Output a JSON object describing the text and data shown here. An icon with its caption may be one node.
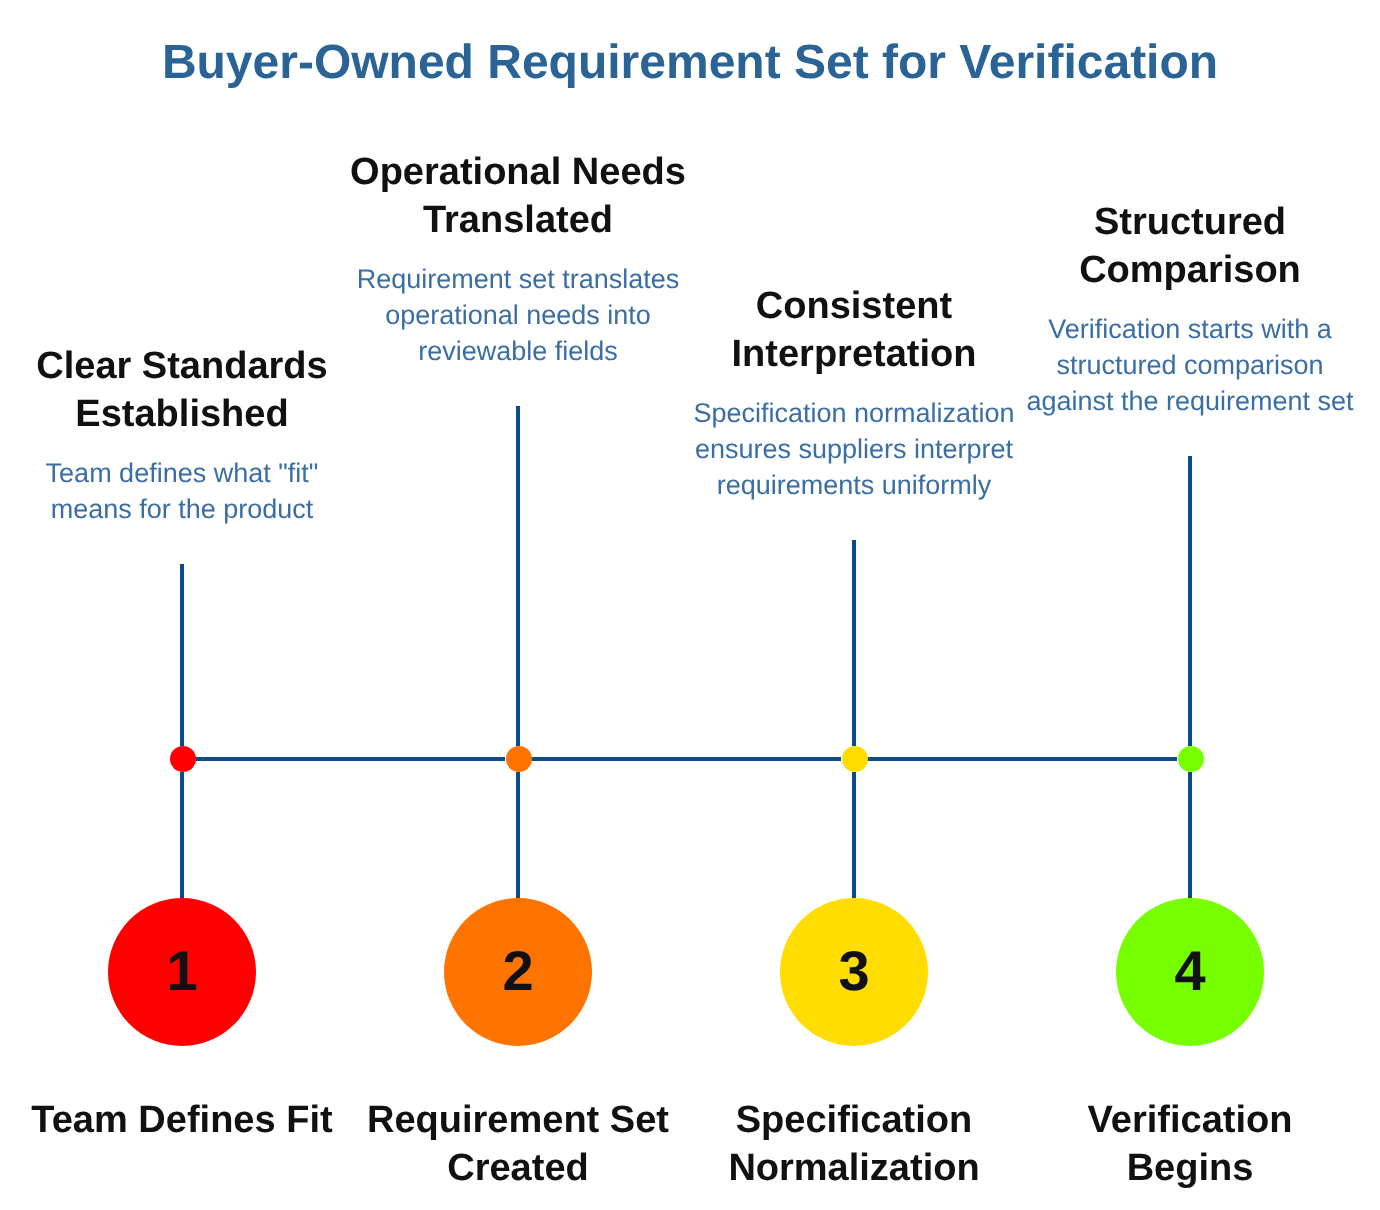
{
  "diagram": {
    "title": "Buyer-Owned Requirement Set for Verification",
    "nodes": [
      {
        "text": [
          "Clear Standards Established",
          "Team defines what \"fit\" means for the product"
        ]
      },
      {
        "text": [
          "Operational Needs Translated",
          "Requirement set translates operational needs into reviewable fields"
        ]
      },
      {
        "text": [
          "Consistent Interpretation",
          "Specification normalization ensures suppliers interpret requirements uniformly"
        ]
      },
      {
        "text": [
          "Structured Comparison",
          "Verification starts with a structured comparison against the requirement set"
        ]
      },
      {
        "text": [],
        "shape": "circle"
      },
      {
        "text": [],
        "shape": "circle"
      },
      {
        "text": [],
        "shape": "circle"
      },
      {
        "text": [],
        "shape": "circle"
      },
      {
        "text": [
          "1"
        ],
        "beside": [
          "Team Defines Fit"
        ]
      },
      {
        "text": [
          "2"
        ],
        "beside": [
          "Requirement Set Created"
        ]
      },
      {
        "text": [
          "3"
        ],
        "beside": [
          "Specification Normalization"
        ]
      },
      {
        "text": [
          "4"
        ],
        "beside": [
          "Verification Begins"
        ]
      }
    ],
    "edges": [
      {
        "from": 0,
        "to": 4,
        "arrow": "none"
      },
      {
        "from": 1,
        "to": 5,
        "arrow": "none"
      },
      {
        "from": 2,
        "to": 6,
        "arrow": "none"
      },
      {
        "from": 3,
        "to": 7,
        "arrow": "none"
      },
      {
        "from": 4,
        "to": 5,
        "arrow": "none"
      },
      {
        "from": 5,
        "to": 6,
        "arrow": "none"
      },
      {
        "from": 6,
        "to": 7,
        "arrow": "none"
      },
      {
        "from": 4,
        "to": 8,
        "arrow": "none"
      },
      {
        "from": 5,
        "to": 9,
        "arrow": "none"
      },
      {
        "from": 6,
        "to": 10,
        "arrow": "none"
      },
      {
        "from": 7,
        "to": 11,
        "arrow": "none"
      }
    ]
  }
}
